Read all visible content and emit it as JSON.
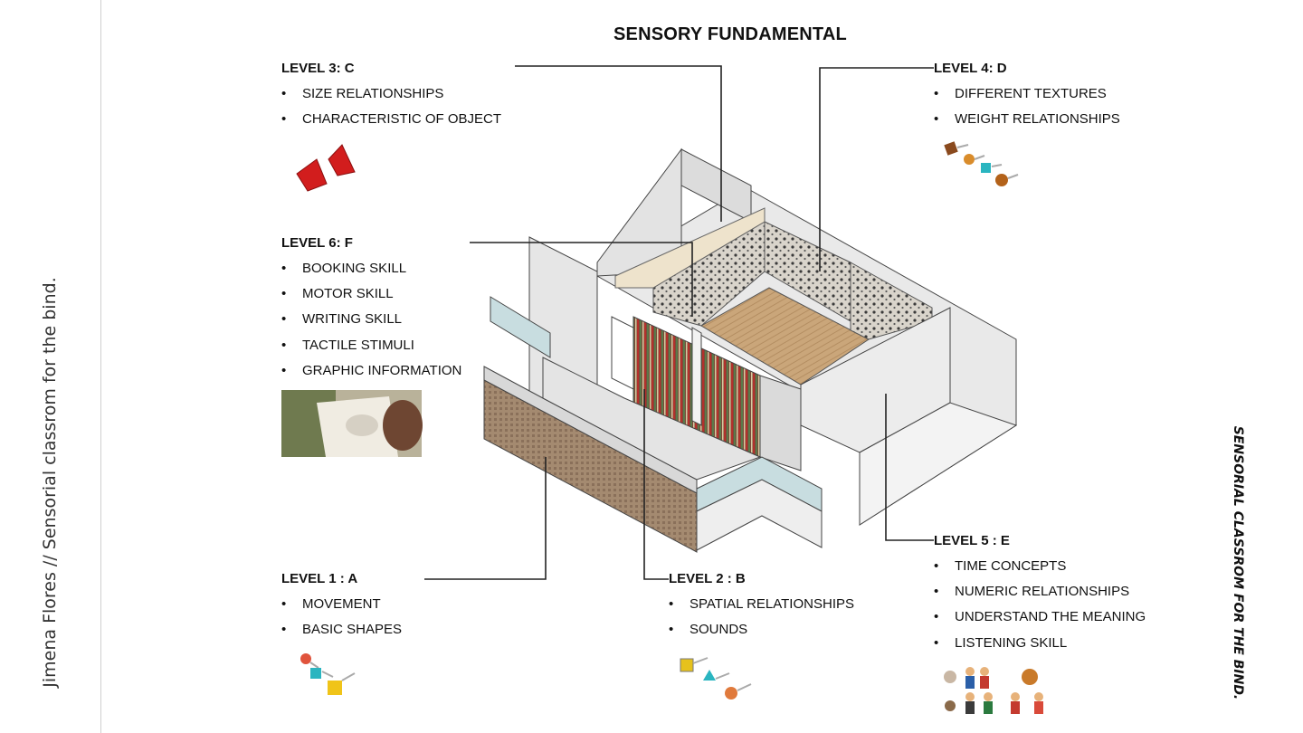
{
  "sidebar": {
    "author_caption": "Jimena Flores //  Sensorial classrom for the bind.",
    "right_caption": "SENSORIAL CLASSROM FOR THE BIND."
  },
  "title": "SENSORY FUNDAMENTAL",
  "levels": [
    {
      "id": "level-3",
      "title": "LEVEL 3: C",
      "items": [
        "SIZE RELATIONSHIPS",
        "CHARACTERISTIC OF OBJECT"
      ]
    },
    {
      "id": "level-4",
      "title": "LEVEL 4: D",
      "items": [
        "DIFFERENT TEXTURES",
        "WEIGHT RELATIONSHIPS"
      ]
    },
    {
      "id": "level-6",
      "title": "LEVEL 6: F",
      "items": [
        "BOOKING SKILL",
        "MOTOR SKILL",
        "WRITING SKILL",
        "TACTILE STIMULI",
        "GRAPHIC INFORMATION"
      ]
    },
    {
      "id": "level-5",
      "title": "LEVEL 5 : E",
      "items": [
        "TIME CONCEPTS",
        "NUMERIC RELATIONSHIPS",
        "UNDERSTAND THE MEANING",
        "LISTENING SKILL"
      ]
    },
    {
      "id": "level-1",
      "title": "LEVEL 1 : A",
      "items": [
        "MOVEMENT",
        "BASIC SHAPES"
      ]
    },
    {
      "id": "level-2",
      "title": "LEVEL 2 : B",
      "items": [
        "SPATIAL RELATIONSHIPS",
        "SOUNDS"
      ]
    }
  ],
  "bullet": "•",
  "colors": {
    "wall": "#ececec",
    "wall_dark": "#d6d6d6",
    "floor": "#c9a77a",
    "brick": "#9b8068",
    "glass": "#c8dde0",
    "line": "#222222"
  }
}
